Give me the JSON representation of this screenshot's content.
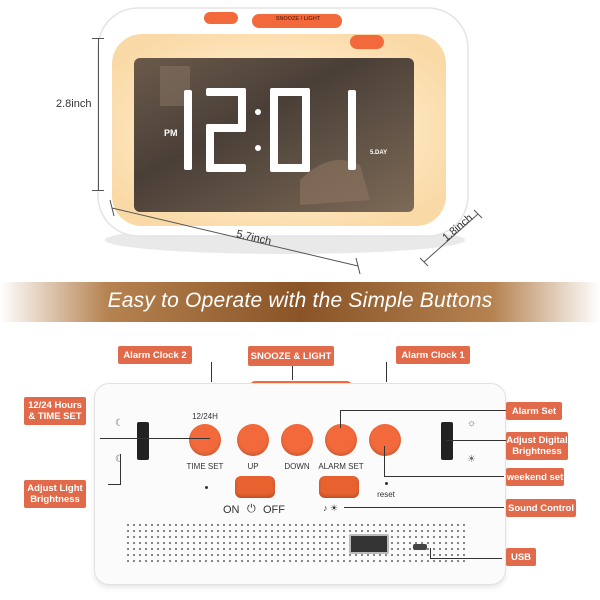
{
  "dimensions": {
    "height": "2.8inch",
    "width": "5.7inch",
    "depth": "1.8inch"
  },
  "display": {
    "time": "12:01",
    "period": "PM",
    "day_mode": "5.DAY",
    "top_button_text": "SNOOZE / LIGHT"
  },
  "banner": {
    "text": "Easy to Operate with the Simple Buttons"
  },
  "callouts": {
    "alarm_clock_2": "Alarm Clock 2",
    "snooze_light": "SNOOZE & LIGHT",
    "alarm_clock_1": "Alarm Clock 1",
    "hours_time_set": "12/24 Hours & TIME SET",
    "alarm_set": "Alarm Set",
    "adjust_digital_brightness": "Adjust Digital Brightness",
    "weekend_set": "weekend set",
    "adjust_light_brightness": "Adjust Light Brightness",
    "sound_control": "Sound Control",
    "usb": "USB"
  },
  "panel": {
    "label_12_24": "12/24H",
    "time_set": "TIME SET",
    "up": "UP",
    "down": "DOWN",
    "alarm_set": "ALARM SET",
    "reset": "reset",
    "on": "ON",
    "off": "OFF"
  },
  "colors": {
    "accent": "#f26a3c",
    "callout": "#e06a4a",
    "banner": "#8a5426",
    "glow": "#fde9c4"
  }
}
